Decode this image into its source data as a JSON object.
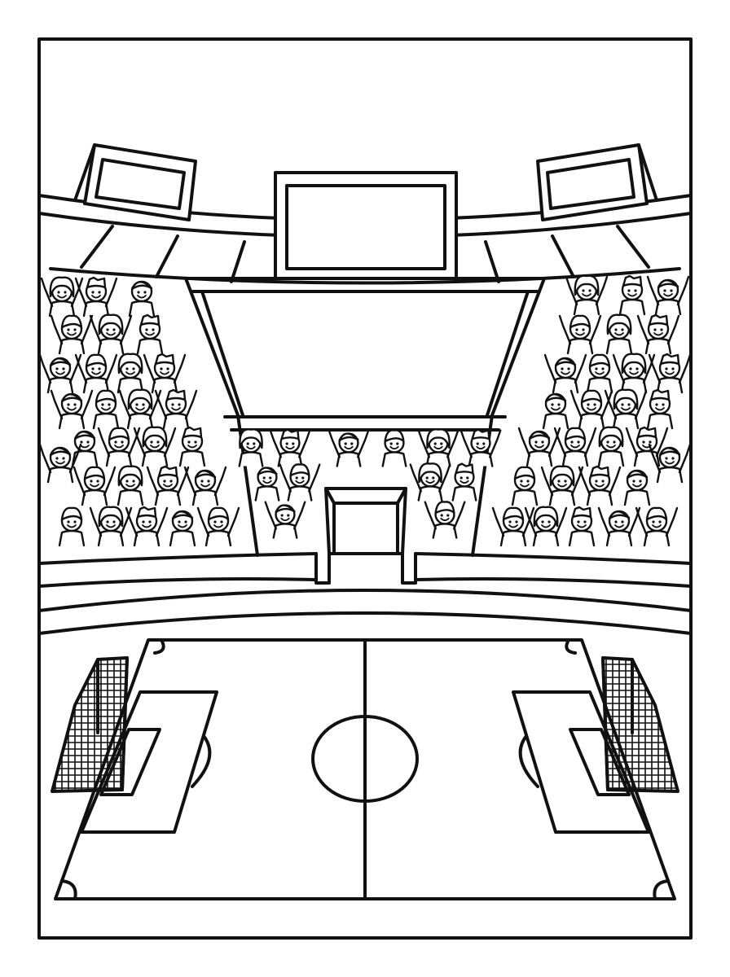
{
  "scene": {
    "subject": "stadium-coloring-page",
    "style": "black-outline-line-art",
    "background_color": "#ffffff",
    "line_color": "#111111"
  },
  "elements": {
    "floodlight_icons": [
      "floodlight-left-icon",
      "floodlight-right-icon"
    ],
    "scoreboard_icon": "scoreboard-icon",
    "crowd_sections": [
      "crowd-left",
      "crowd-center",
      "crowd-right"
    ],
    "pitch_icon": "soccer-pitch-icon",
    "goal_icons": [
      "goal-left-icon",
      "goal-right-icon"
    ]
  }
}
